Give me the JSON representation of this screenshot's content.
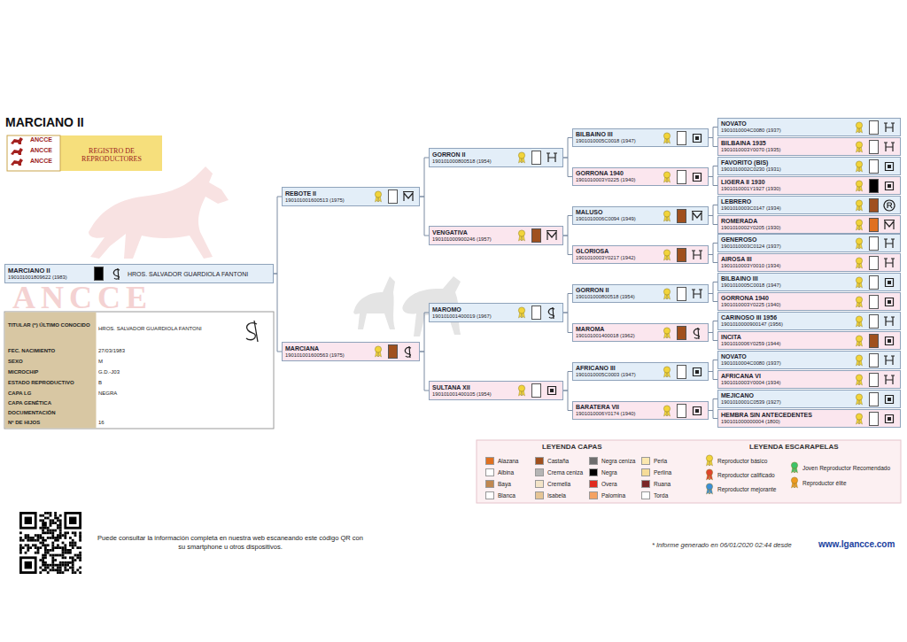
{
  "diagram": {
    "title": "MARCIANO II",
    "nodes": [
      {
        "text": [
          "MARCIANO II",
          "190101001809622 (1983)",
          "HROS. SALVADOR GUARDIOLA FANTONI"
        ]
      },
      {
        "text": [
          "REBOTE II",
          "190101001600513 (1975)"
        ]
      },
      {
        "text": [
          "MARCIANA",
          "190101001600563 (1975)"
        ]
      },
      {
        "text": [
          "GORRON II",
          "190101000800518 (1954)"
        ]
      },
      {
        "text": [
          "VENGATIVA",
          "190101000900246 (1957)"
        ]
      },
      {
        "text": [
          "MAROMO",
          "190101001400019 (1967)"
        ]
      },
      {
        "text": [
          "SULTANA XII",
          "190101001400105 (1954)"
        ]
      },
      {
        "text": [
          "BILBAINO III",
          "1901010005C0018 (1947)"
        ]
      },
      {
        "text": [
          "GORRONA 1940",
          "1901010003Y0225 (1940)"
        ]
      },
      {
        "text": [
          "MALUSO",
          "1901010006C0094 (1949)"
        ]
      },
      {
        "text": [
          "GLORIOSA",
          "1901010003Y0217 (1942)"
        ]
      },
      {
        "text": [
          "GORRON II",
          "190101000800518 (1954)"
        ]
      },
      {
        "text": [
          "MAROMA",
          "190101001400018 (1962)"
        ]
      },
      {
        "text": [
          "AFRICANO III",
          "1901010005C0003 (1947)"
        ]
      },
      {
        "text": [
          "BARATERA VII",
          "1901010006Y0174 (1940)"
        ]
      },
      {
        "text": [
          "NOVATO",
          "1901010004C0080 (1937)"
        ]
      },
      {
        "text": [
          "BILBAINA 1935",
          "1901010003Y0070 (1935)"
        ]
      },
      {
        "text": [
          "FAVORITO (BIS)",
          "1901010002C0230 (1931)"
        ]
      },
      {
        "text": [
          "LIGERA II 1930",
          "1901010001Y1927 (1930)"
        ]
      },
      {
        "text": [
          "LEBRERO",
          "1901010003C0147 (1934)"
        ]
      },
      {
        "text": [
          "ROMERADA",
          "1901010002Y0205 (1930)"
        ]
      },
      {
        "text": [
          "GENEROSO",
          "1901010003C0124 (1937)"
        ]
      },
      {
        "text": [
          "AIROSA III",
          "1901010003Y0010 (1934)"
        ]
      },
      {
        "text": [
          "BILBAINO III",
          "1901010005C0018 (1947)"
        ]
      },
      {
        "text": [
          "GORRONA 1940",
          "1901010003Y0225 (1940)"
        ]
      },
      {
        "text": [
          "CARINOSO III 1956",
          "1901010000900147 (1956)"
        ]
      },
      {
        "text": [
          "INCITA",
          "1901010006Y0259 (1944)"
        ]
      },
      {
        "text": [
          "NOVATO",
          "1901010004C0080 (1937)"
        ]
      },
      {
        "text": [
          "AFRICANA VI",
          "1901010003Y0004 (1934)"
        ]
      },
      {
        "text": [
          "MEJICANO",
          "1901010001C0539 (1927)"
        ]
      },
      {
        "text": [
          "HEMBRA SIN ANTECEDENTES",
          "190101000000004 (1800)"
        ]
      }
    ],
    "edges": [
      {
        "from": 0,
        "to": 1,
        "arrow": "none"
      },
      {
        "from": 0,
        "to": 2,
        "arrow": "none"
      },
      {
        "from": 1,
        "to": 3,
        "arrow": "none"
      },
      {
        "from": 1,
        "to": 4,
        "arrow": "none"
      },
      {
        "from": 2,
        "to": 5,
        "arrow": "none"
      },
      {
        "from": 2,
        "to": 6,
        "arrow": "none"
      },
      {
        "from": 3,
        "to": 7,
        "arrow": "none"
      },
      {
        "from": 3,
        "to": 8,
        "arrow": "none"
      },
      {
        "from": 4,
        "to": 9,
        "arrow": "none"
      },
      {
        "from": 4,
        "to": 10,
        "arrow": "none"
      },
      {
        "from": 5,
        "to": 11,
        "arrow": "none"
      },
      {
        "from": 5,
        "to": 12,
        "arrow": "none"
      },
      {
        "from": 6,
        "to": 13,
        "arrow": "none"
      },
      {
        "from": 6,
        "to": 14,
        "arrow": "none"
      },
      {
        "from": 7,
        "to": 15,
        "arrow": "none"
      },
      {
        "from": 7,
        "to": 16,
        "arrow": "none"
      },
      {
        "from": 8,
        "to": 17,
        "arrow": "none"
      },
      {
        "from": 8,
        "to": 18,
        "arrow": "none"
      },
      {
        "from": 9,
        "to": 19,
        "arrow": "none"
      },
      {
        "from": 9,
        "to": 20,
        "arrow": "none"
      },
      {
        "from": 10,
        "to": 21,
        "arrow": "none"
      },
      {
        "from": 10,
        "to": 22,
        "arrow": "none"
      },
      {
        "from": 11,
        "to": 23,
        "arrow": "none"
      },
      {
        "from": 11,
        "to": 24,
        "arrow": "none"
      },
      {
        "from": 12,
        "to": 25,
        "arrow": "none"
      },
      {
        "from": 12,
        "to": 26,
        "arrow": "none"
      },
      {
        "from": 13,
        "to": 27,
        "arrow": "none"
      },
      {
        "from": 13,
        "to": 28,
        "arrow": "none"
      },
      {
        "from": 14,
        "to": 29,
        "arrow": "none"
      },
      {
        "from": 14,
        "to": 30,
        "arrow": "none"
      }
    ],
    "labels": [
      "ANCCE",
      "ANCCE",
      "ANCCE",
      "REGISTRO DE REPRODUCTORES",
      "ANCCE",
      "TITULAR (*) ÚLTIMO CONOCIDO",
      "HROS. SALVADOR GUARDIOLA FANTONI",
      "FEC. NACIMIENTO",
      "27/03/1983",
      "SEXO",
      "M",
      "MICROCHIP",
      "G.D.-J03",
      "ESTADO REPRODUCTIVO",
      "B",
      "CAPA LG",
      "NEGRA",
      "CAPA GENÉTICA",
      "DOCUMENTACIÓN",
      "Nº DE HIJOS",
      "16",
      "LEYENDA CAPAS",
      "LEYENDA ESCARAPELAS",
      "Puede consultar la información completa en nuestra web escaneando este código QR con su smartphone u otros dispositivos.",
      "* Informe generado en 06/01/2020 02:44 desde",
      "www.lgancce.com"
    ],
    "legend": [
      {
        "text": "Alazana",
        "color": "#e07020"
      },
      {
        "text": "Albina",
        "color": "#ffffff"
      },
      {
        "text": "Baya",
        "color": "#c08850"
      },
      {
        "text": "Blanca",
        "color": "#ffffff"
      },
      {
        "text": "Castaña",
        "color": "#a0501e"
      },
      {
        "text": "Crema ceniza",
        "color": "#b5b5b5"
      },
      {
        "text": "Cremella",
        "color": "#f3e4c8"
      },
      {
        "text": "Isabela",
        "color": "#e6c595"
      },
      {
        "text": "Negra ceniza",
        "color": "#6e6e6e"
      },
      {
        "text": "Negra",
        "color": "#000000"
      },
      {
        "text": "Overa",
        "color": "#e02a1e"
      },
      {
        "text": "Palomina",
        "color": "#f5a263"
      },
      {
        "text": "Perla",
        "color": "#fbe8ae"
      },
      {
        "text": "Perlina",
        "color": "#f6dc98"
      },
      {
        "text": "Ruana",
        "color": "#7a2626"
      },
      {
        "text": "Torda",
        "color": "#ffffff"
      },
      {
        "text": "Reproductor básico"
      },
      {
        "text": "Reproductor calificado"
      },
      {
        "text": "Reproductor mejorante"
      },
      {
        "text": "Joven Reproductor Recomendado"
      },
      {
        "text": "Reproductor élite"
      }
    ]
  }
}
